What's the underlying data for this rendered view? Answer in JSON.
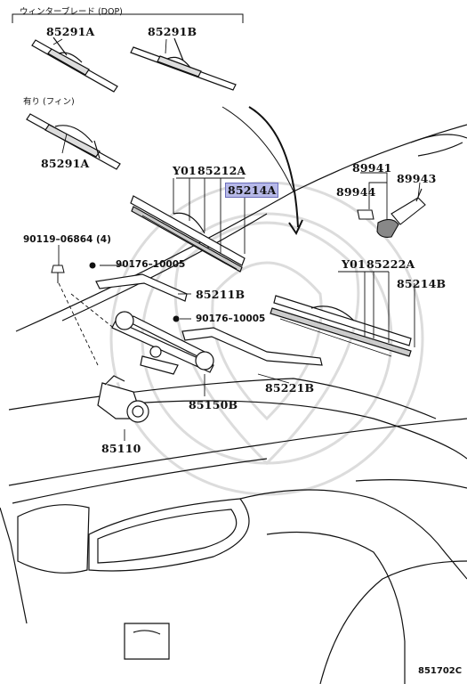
{
  "section_labels": {
    "wiper_blade_dop": "ウィンターブレード (DOP)",
    "with_fin": "有り (フィン)"
  },
  "parts": {
    "p85291A_top": "85291A",
    "p85291B": "85291B",
    "p85291A_mid": "85291A",
    "y01_left": "Y01",
    "p85212A": "85212A",
    "p85214A": "85214A",
    "p89941": "89941",
    "p89944": "89944",
    "p89943": "89943",
    "p90119": "90119–06864 (4)",
    "p90176_a": "90176–10005",
    "p85211B": "85211B",
    "y01_right": "Y01",
    "p85222A": "85222A",
    "p85214B": "85214B",
    "p90176_b": "90176–10005",
    "p85221B": "85221B",
    "p85150B": "85150B",
    "p85110": "85110"
  },
  "highlighted_part": "85214A",
  "diagram_code": "851702C",
  "colors": {
    "highlight": "#b7b9e8",
    "line": "#111111",
    "watermark": "#d9d9d9"
  }
}
